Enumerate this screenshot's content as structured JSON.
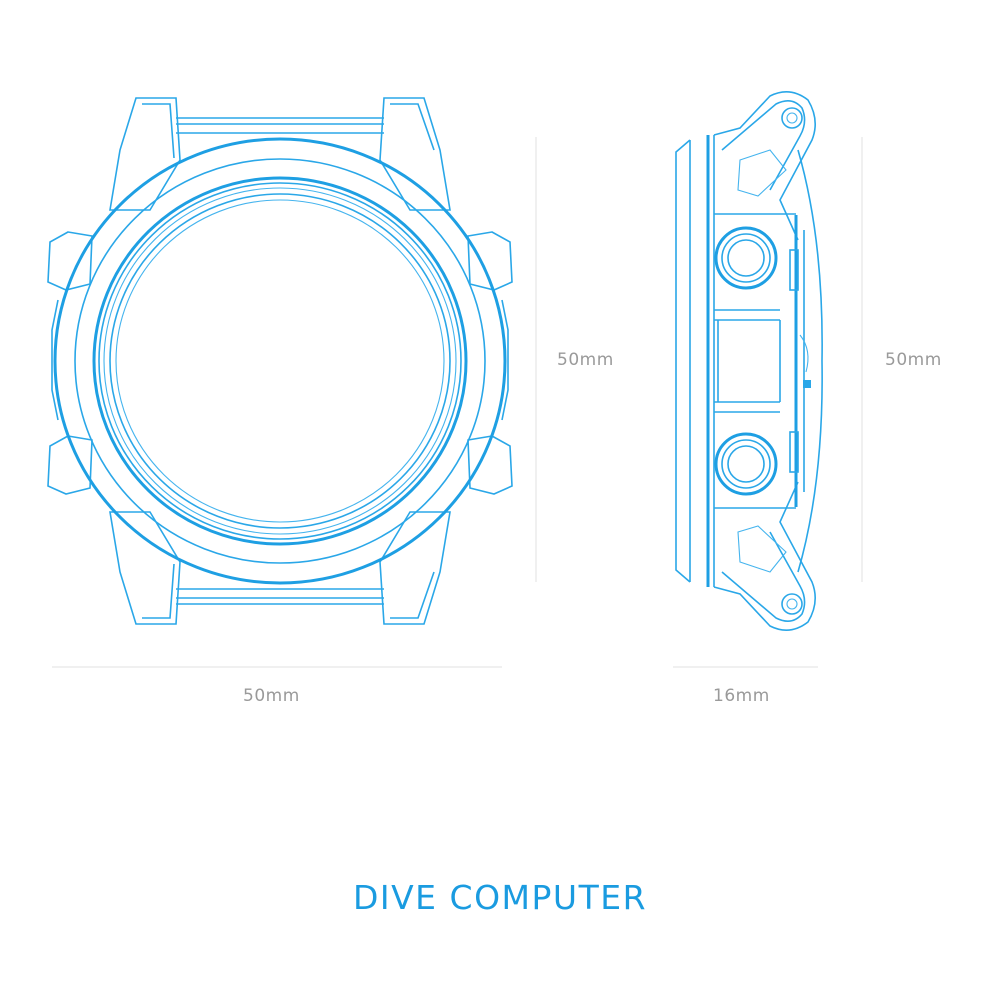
{
  "diagram": {
    "title": "DIVE COMPUTER",
    "front_view": {
      "height_label": "50mm",
      "width_label": "50mm"
    },
    "side_view": {
      "height_label": "50mm",
      "depth_label": "16mm"
    },
    "colors": {
      "line": "#2aa7e8",
      "title": "#1a9be0",
      "dimension_text": "#9a9a9a",
      "guide": "#f0f0f0"
    }
  }
}
